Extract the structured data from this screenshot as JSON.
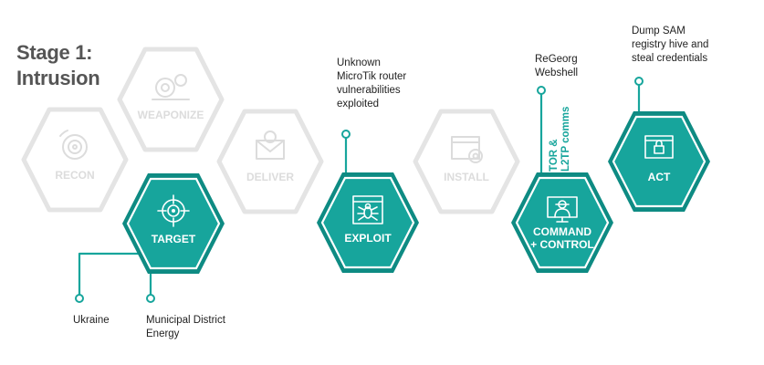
{
  "title": {
    "line1": "Stage 1:",
    "line2": "Intrusion"
  },
  "colors": {
    "active_fill": "#17a59c",
    "active_border": "#0e8b83",
    "inactive_stroke": "#e4e4e4",
    "inactive_text": "#dcdcdc",
    "line": "#17a59c",
    "note_text": "#222222",
    "title_text": "#555555"
  },
  "stages": [
    {
      "id": "recon",
      "label": "RECON",
      "active": false,
      "icon": "radar-icon"
    },
    {
      "id": "weaponize",
      "label": "WEAPONIZE",
      "active": false,
      "icon": "gears-icon"
    },
    {
      "id": "target",
      "label": "TARGET",
      "active": true,
      "icon": "crosshair-icon"
    },
    {
      "id": "deliver",
      "label": "DELIVER",
      "active": false,
      "icon": "skull-envelope-icon"
    },
    {
      "id": "exploit",
      "label": "EXPLOIT",
      "active": true,
      "icon": "bug-icon"
    },
    {
      "id": "install",
      "label": "INSTALL",
      "active": false,
      "icon": "gear-window-icon"
    },
    {
      "id": "command",
      "label": [
        "COMMAND",
        "+ CONTROL"
      ],
      "active": true,
      "icon": "hacker-monitor-icon"
    },
    {
      "id": "act",
      "label": "ACT",
      "active": true,
      "icon": "lock-icon"
    }
  ],
  "notes": {
    "ukraine": "Ukraine",
    "municipal": [
      "Municipal District",
      "Energy"
    ],
    "mikrotik": [
      "Unknown",
      "MicroTik router",
      "vulnerabilities",
      "exploited"
    ],
    "regeorg": [
      "ReGeorg",
      "Webshell"
    ],
    "tor": [
      "TOR &",
      "L2TP comms"
    ],
    "dump": [
      "Dump SAM",
      "registry hive and",
      "steal credentials"
    ]
  }
}
